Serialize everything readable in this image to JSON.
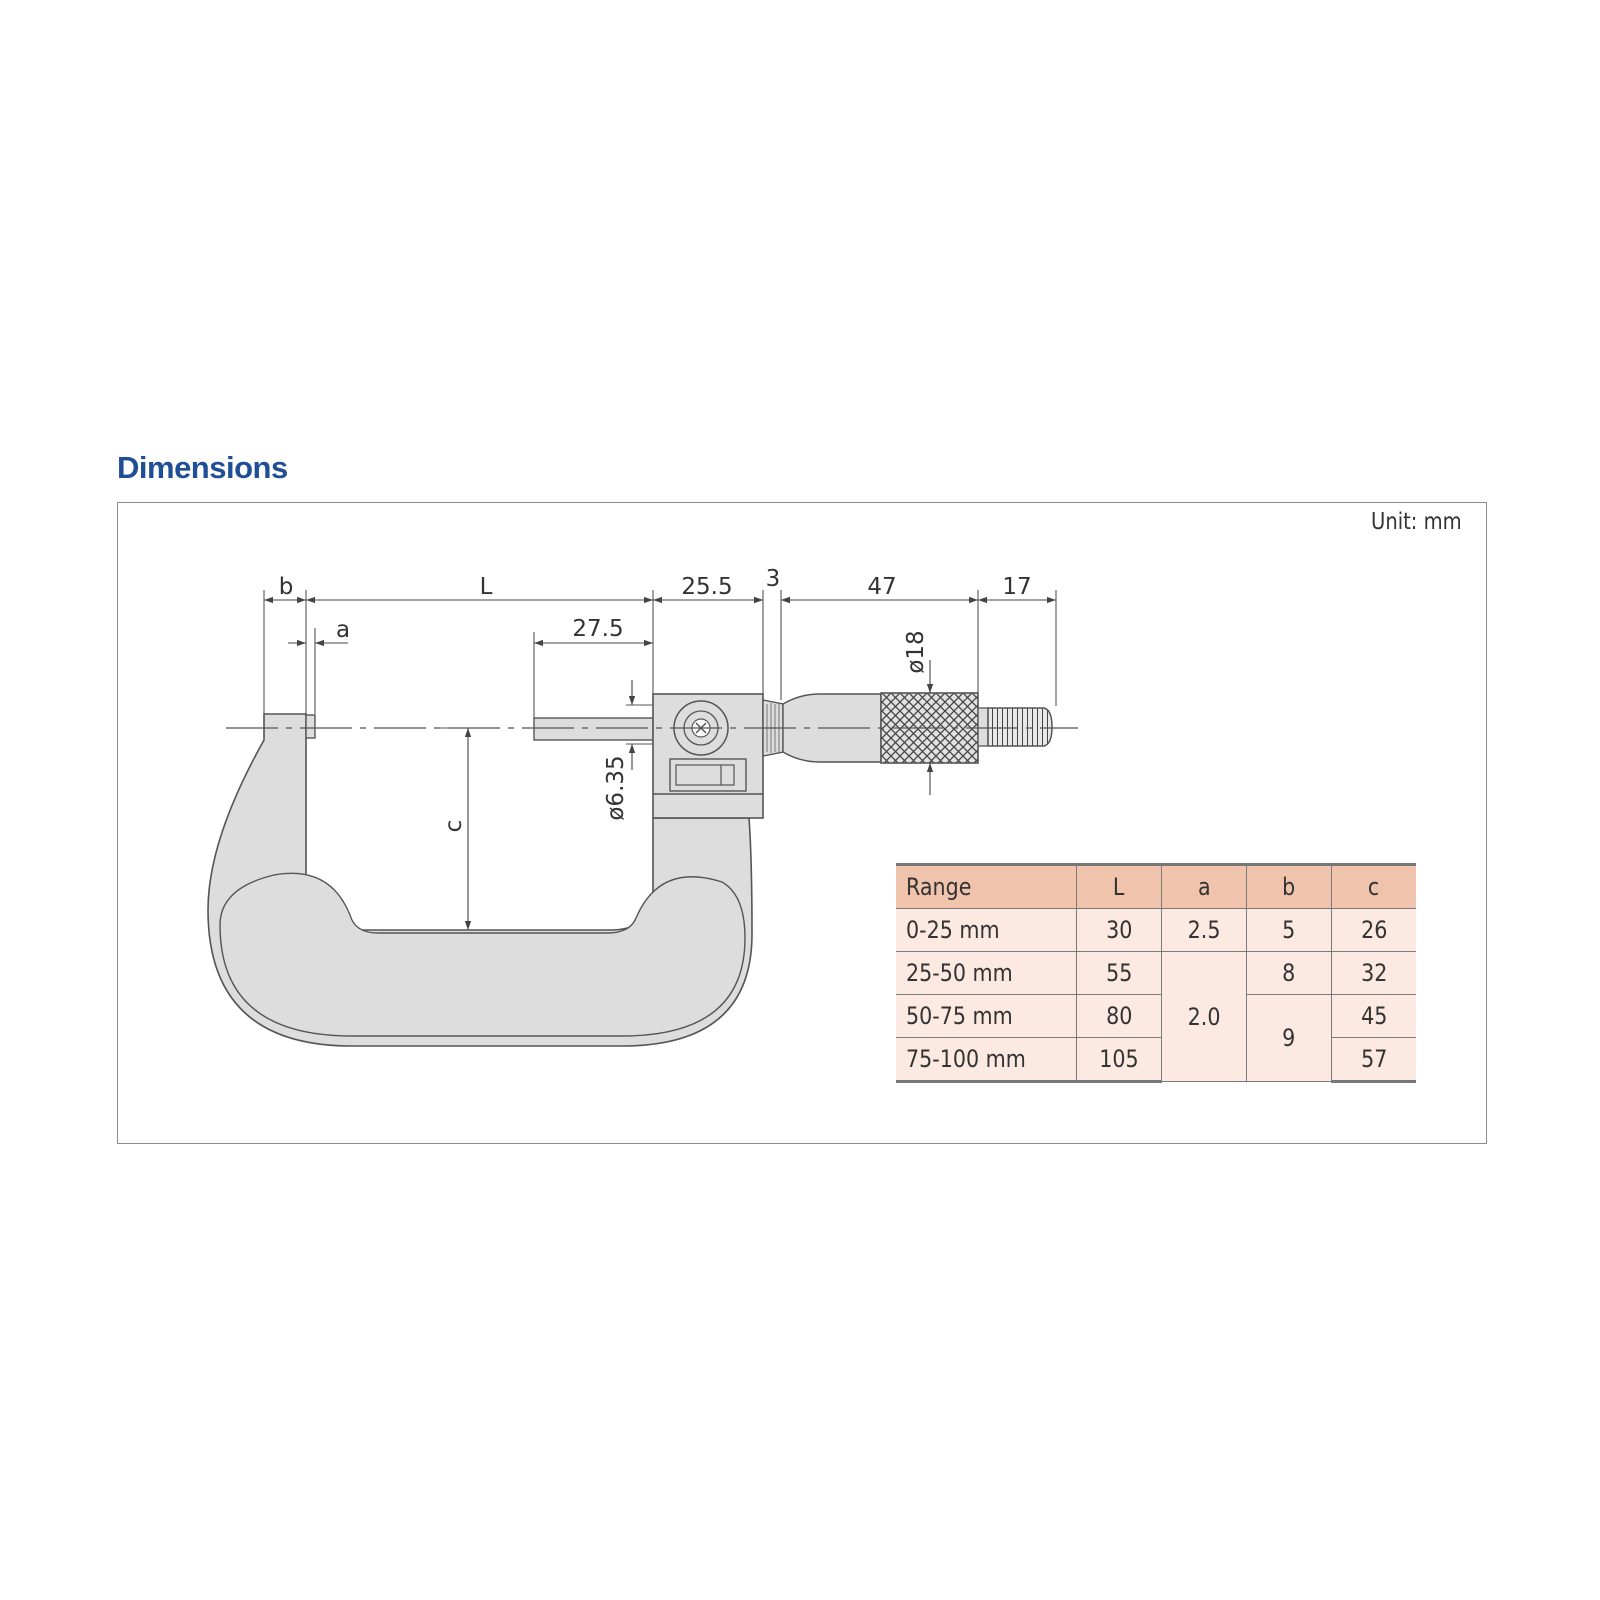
{
  "heading": "Dimensions",
  "unit_label": "Unit: mm",
  "dimension_labels": {
    "b": "b",
    "L": "L",
    "a": "a",
    "d27_5": "27.5",
    "d25_5": "25.5",
    "d3": "3",
    "d47": "47",
    "d17": "17",
    "dia18": "ø18",
    "dia6_35": "ø6.35",
    "c": "c"
  },
  "spec_table": {
    "headers": [
      "Range",
      "L",
      "a",
      "b",
      "c"
    ],
    "rows": [
      {
        "range": "0-25 mm",
        "L": "30",
        "a": "2.5",
        "b": "5",
        "c": "26"
      },
      {
        "range": "25-50 mm",
        "L": "55",
        "a": "2.0",
        "b": "8",
        "c": "32"
      },
      {
        "range": "50-75 mm",
        "L": "80",
        "b": "9",
        "c": "45"
      },
      {
        "range": "75-100 mm",
        "L": "105",
        "c": "57"
      }
    ]
  },
  "colors": {
    "heading": "#1f4e96",
    "header_fill": "#f0c3ad",
    "row_fill": "#fbe9e2",
    "body_fill": "#dddddd",
    "line": "#444444"
  }
}
